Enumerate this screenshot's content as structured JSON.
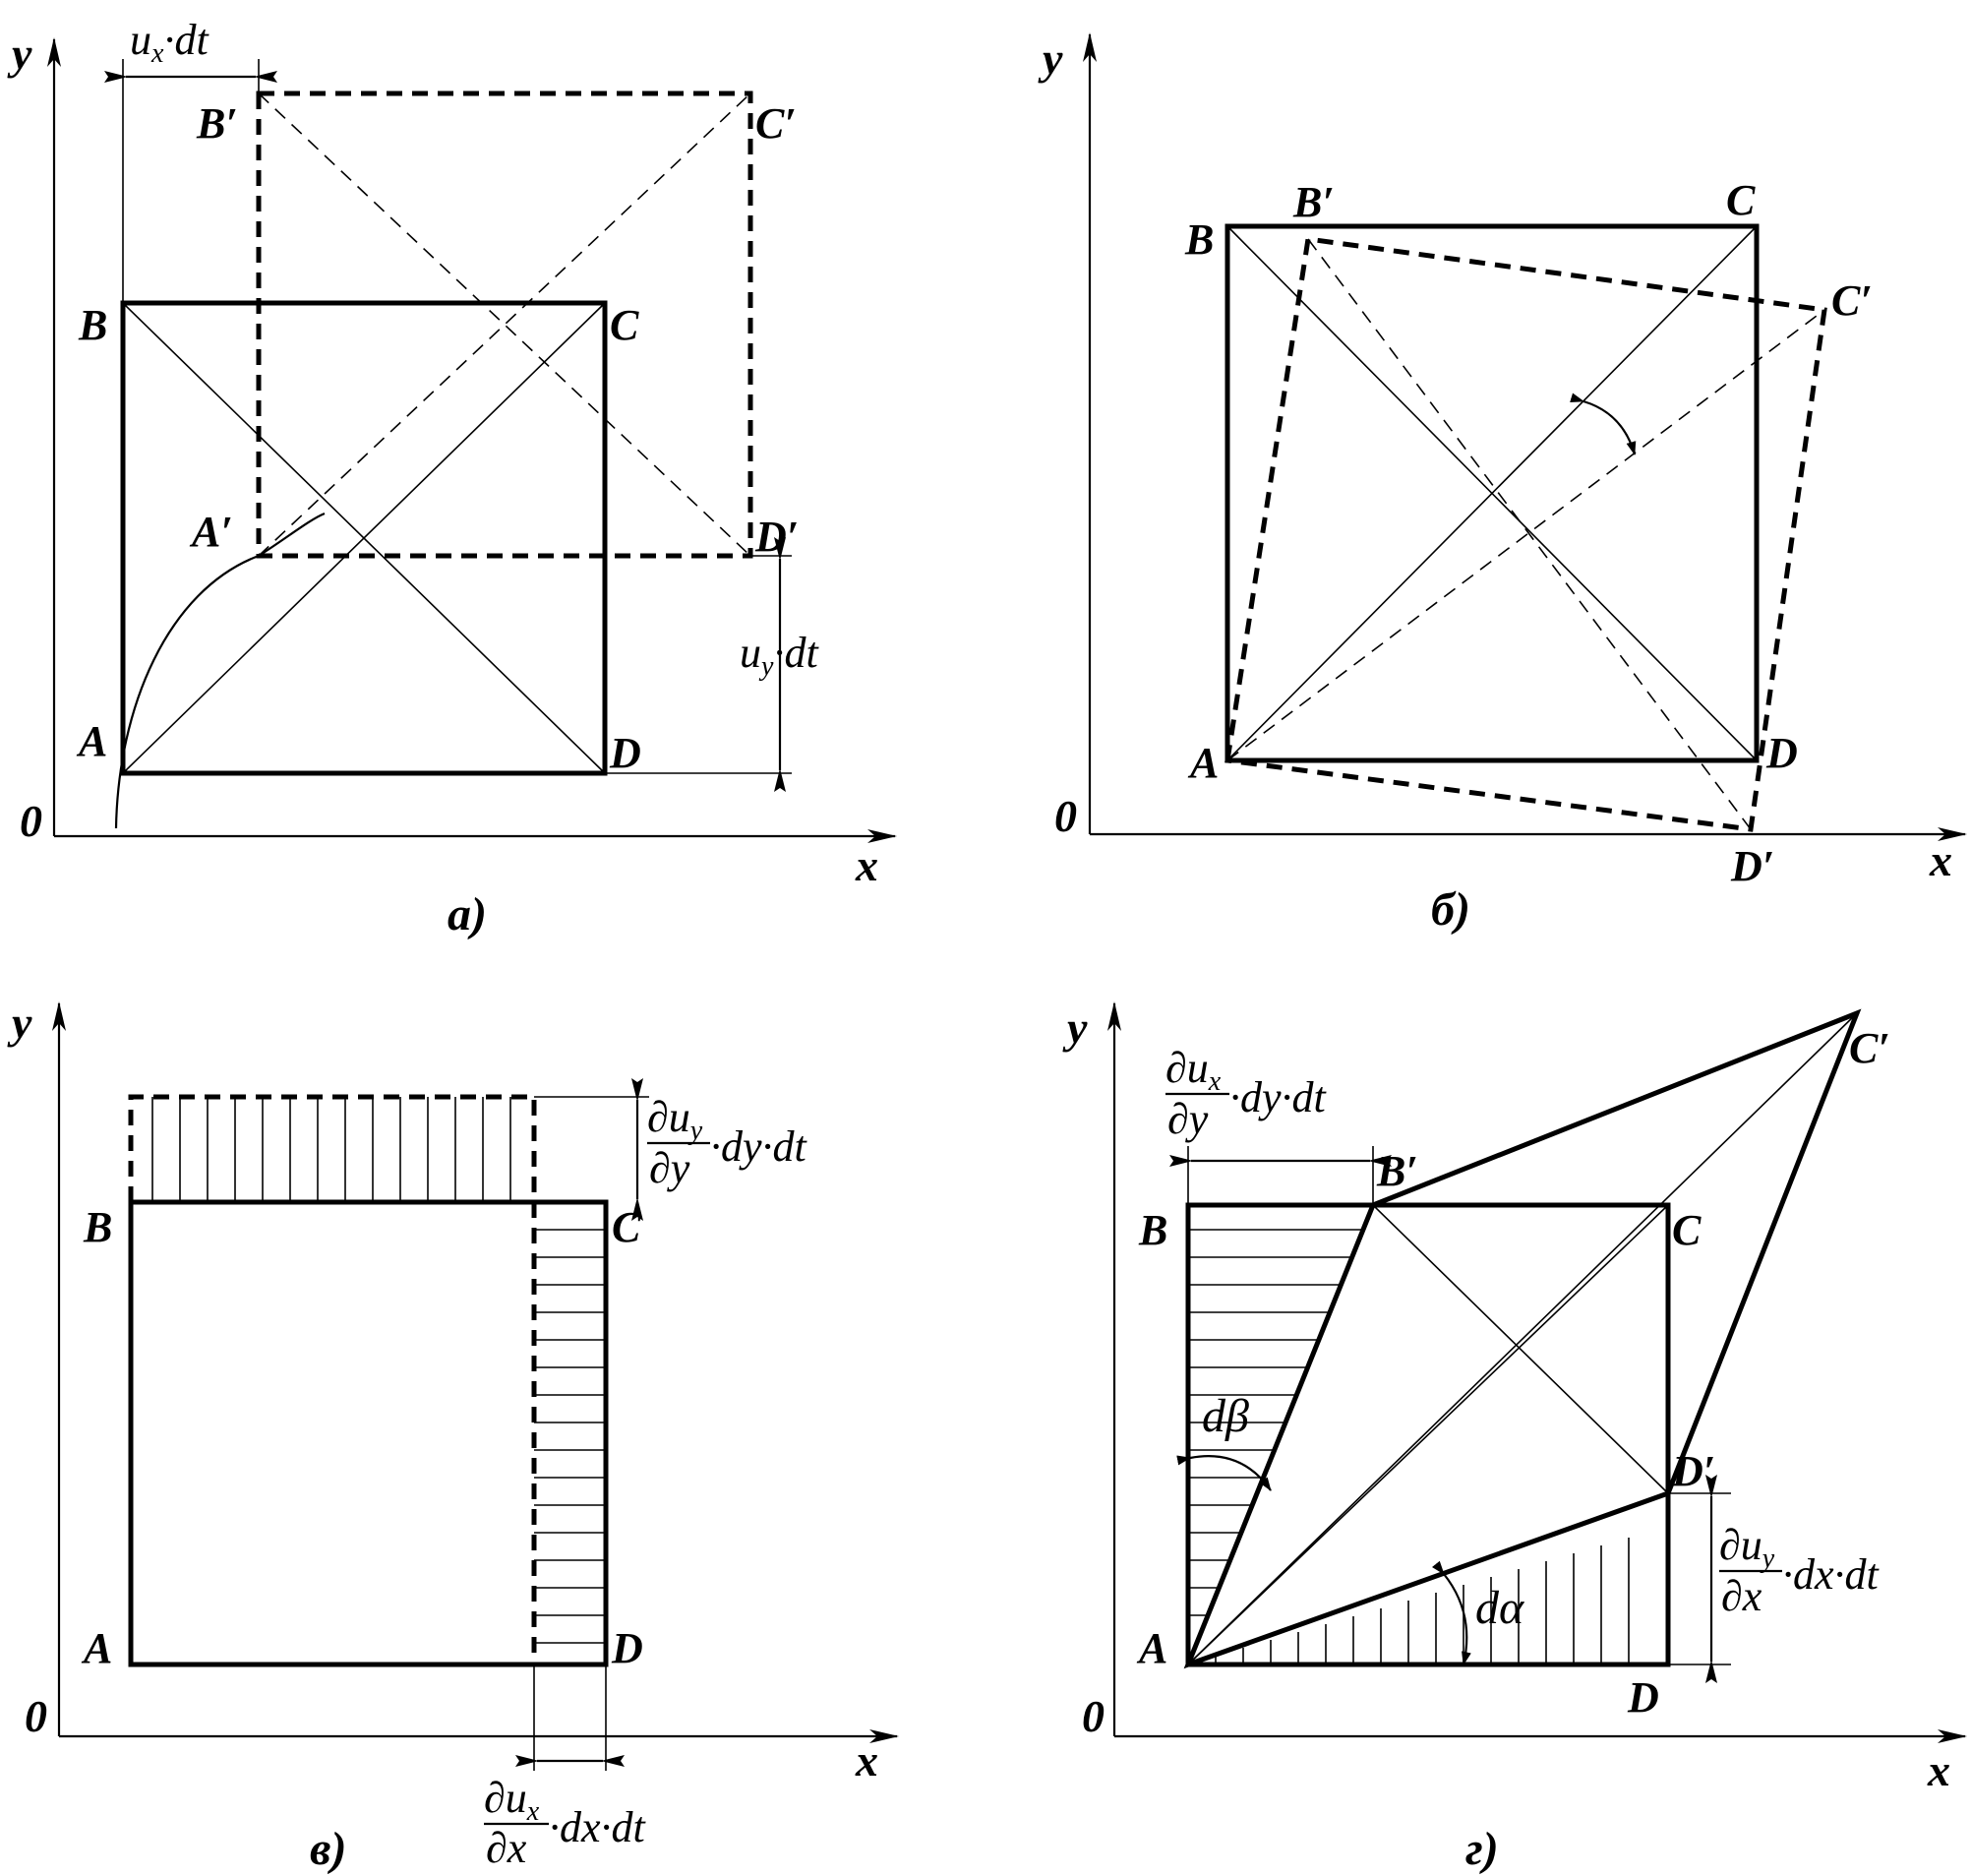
{
  "panels": {
    "a": {
      "caption": "а)",
      "axis_y": "y",
      "axis_x": "x",
      "origin": "0",
      "points": {
        "A": "A",
        "B": "B",
        "C": "C",
        "D": "D",
        "A2": "A′",
        "B2": "B′",
        "C2": "C′",
        "D2": "D′"
      },
      "dim_x": {
        "u": "u",
        "sub": "x",
        "rest": "·dt"
      },
      "dim_y": {
        "u": "u",
        "sub": "y",
        "rest": "·dt"
      }
    },
    "b": {
      "caption": "б)",
      "axis_y": "y",
      "axis_x": "x",
      "origin": "0",
      "points": {
        "A": "A",
        "B": "B",
        "C": "C",
        "D": "D",
        "B2": "B′",
        "C2": "C′",
        "D2": "D′"
      }
    },
    "c": {
      "caption": "в)",
      "axis_y": "y",
      "axis_x": "x",
      "origin": "0",
      "points": {
        "A": "A",
        "B": "B",
        "C": "C",
        "D": "D"
      },
      "dim_top": {
        "num": "∂u",
        "num_sub": "y",
        "den": "∂y",
        "rest": "·dy·dt"
      },
      "dim_bottom": {
        "num": "∂u",
        "num_sub": "x",
        "den": "∂x",
        "rest": "·dx·dt"
      }
    },
    "d": {
      "caption": "г)",
      "axis_y": "y",
      "axis_x": "x",
      "origin": "0",
      "points": {
        "A": "A",
        "B": "B",
        "C": "C",
        "D": "D",
        "B2": "B′",
        "C2": "C′",
        "D2": "D′"
      },
      "dim_top": {
        "num": "∂u",
        "num_sub": "x",
        "den": "∂y",
        "rest": "·dy·dt"
      },
      "dim_right": {
        "num": "∂u",
        "num_sub": "y",
        "den": "∂x",
        "rest": "·dx·dt"
      },
      "angle_beta": "dβ",
      "angle_alpha": "dα"
    }
  },
  "colors": {
    "ink": "#000000",
    "background": "#ffffff"
  }
}
